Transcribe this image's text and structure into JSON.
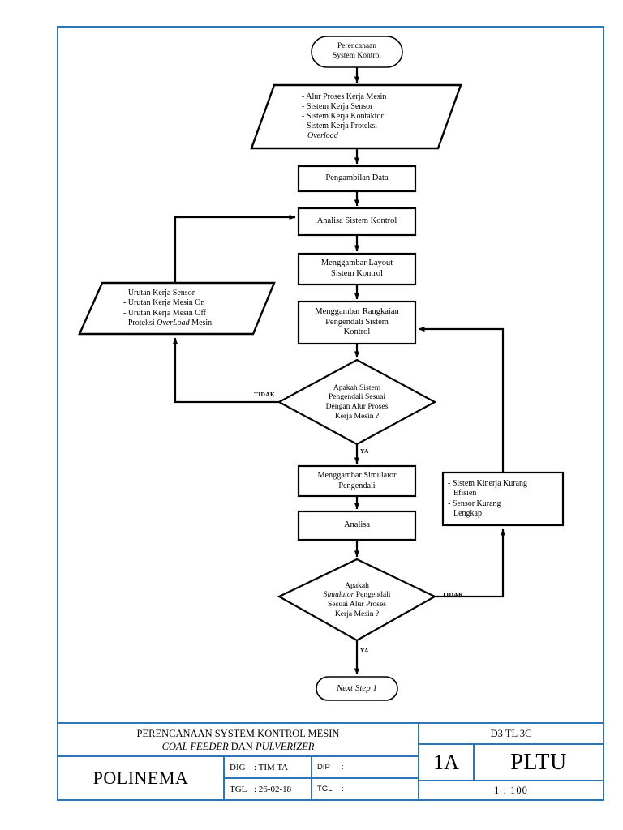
{
  "document": {
    "frame_color": "#2E75B6",
    "shape_stroke": "#000000"
  },
  "flowchart": {
    "nodes": {
      "start": {
        "label_line1": "Perencanaan",
        "label_line2": "System Kontrol"
      },
      "input1": {
        "lines": [
          "- Alur Proses Kerja Mesin",
          "- Sistem Kerja Sensor",
          "- Sistem Kerja Kontaktor",
          "- Sistem Kerja Proteksi"
        ],
        "italic_tail": "Overload"
      },
      "pengambilan": {
        "label": "Pengambilan Data"
      },
      "analisa_sistem": {
        "label": "Analisa Sistem Kontrol"
      },
      "layout": {
        "line1": "Menggambar Layout",
        "line2": "Sistem Kontrol"
      },
      "rangkaian": {
        "line1": "Menggambar Rangkaian",
        "line2": "Pengendali Sistem",
        "line3": "Kontrol"
      },
      "urutan": {
        "lines": [
          "- Urutan Kerja Sensor",
          "- Urutan Kerja Mesin On",
          "- Urutan Kerja Mesin Off"
        ],
        "last_prefix": "- Proteksi ",
        "last_italic": "OverLoad",
        "last_suffix": " Mesin"
      },
      "decision1": {
        "line1": "Apakah Sistem",
        "line2": "Pengendali Sesuai",
        "line3": "Dengan Alur Proses",
        "line4": "Kerja Mesin  ?"
      },
      "simulator": {
        "line1": "Menggambar Simulator",
        "line2": "Pengendali"
      },
      "analisa": {
        "label": "Analisa"
      },
      "kinerja": {
        "line1": "- Sistem Kinerja Kurang",
        "line2": "Efisien",
        "line3": "- Sensor Kurang",
        "line4": "Lengkap"
      },
      "decision2": {
        "line1": "Apakah",
        "line2_italic": "Simulator",
        "line2_rest": "  Pengendali",
        "line3": "Sesuai Alur Proses",
        "line4": "Kerja Mesin ?"
      },
      "end": {
        "label": "Next Step 1"
      }
    },
    "edge_labels": {
      "tidak1": "TIDAK",
      "ya1": "YA",
      "tidak2": "TIDAK",
      "ya2": "YA"
    }
  },
  "titleblock": {
    "title_line1": "PERENCANAAN SYSTEM KONTROL MESIN",
    "title_line2_italic1": "COAL FEEDER",
    "title_line2_mid": " DAN ",
    "title_line2_italic2": "PULVERIZER",
    "institution": "POLINEMA",
    "dig_key": "DIG",
    "dig_value": ": TIM TA",
    "tgl_key": "TGL",
    "tgl_value": ": 26-02-18",
    "dip_key": "DIP",
    "dip_value": ":",
    "tgl2_key": "TGL",
    "tgl2_value": ":",
    "program": "D3 TL 3C",
    "sheet_no": "1A",
    "plant": "PLTU",
    "scale": "1 : 100"
  }
}
